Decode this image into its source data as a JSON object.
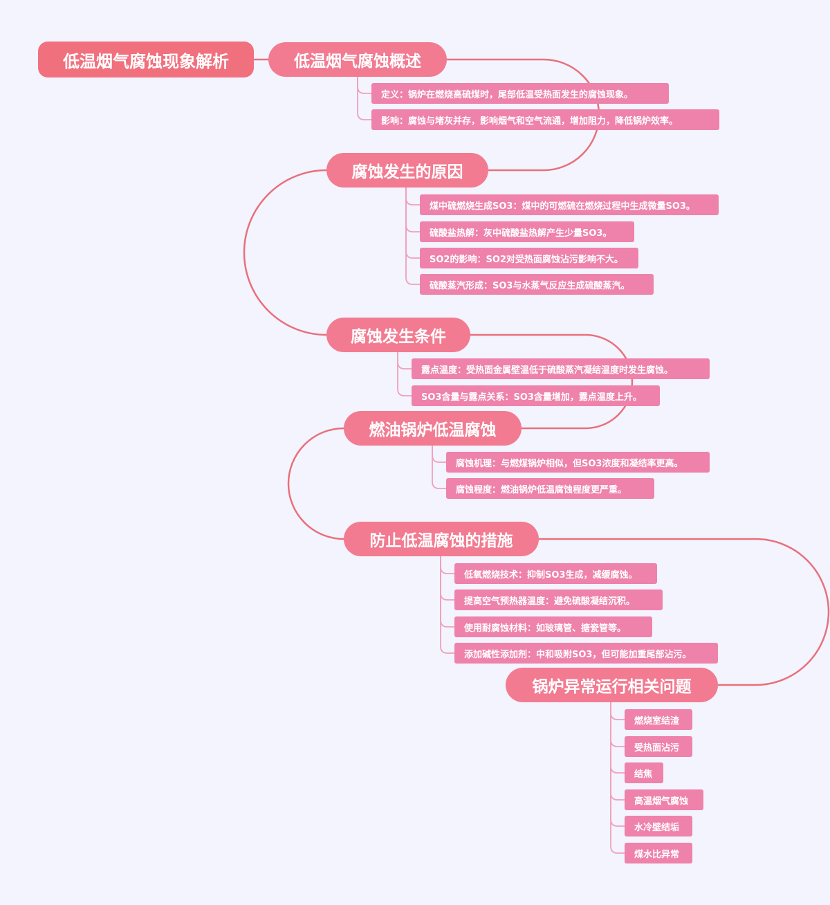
{
  "colors": {
    "background": "#f3f4fd",
    "root": "#f1707e",
    "branch": "#f27b91",
    "leaf": "#ee82ab",
    "main_connector": "#e8707c",
    "leaf_connector": "#f0a0be"
  },
  "root": {
    "label": "低温烟气腐蚀现象解析"
  },
  "branches": [
    {
      "label": "低温烟气腐蚀概述",
      "children": [
        "定义：锅炉在燃烧高硫煤时，尾部低温受热面发生的腐蚀现象。",
        "影响：腐蚀与堵灰并存，影响烟气和空气流通，增加阻力，降低锅炉效率。"
      ]
    },
    {
      "label": "腐蚀发生的原因",
      "children": [
        "煤中硫燃烧生成SO3：煤中的可燃硫在燃烧过程中生成微量SO3。",
        "硫酸盐热解：灰中硫酸盐热解产生少量SO3。",
        "SO2的影响：SO2对受热面腐蚀沾污影响不大。",
        "硫酸蒸汽形成：SO3与水蒸气反应生成硫酸蒸汽。"
      ]
    },
    {
      "label": "腐蚀发生条件",
      "children": [
        "露点温度：受热面金属壁温低于硫酸蒸汽凝结温度时发生腐蚀。",
        "SO3含量与露点关系：SO3含量增加，露点温度上升。"
      ]
    },
    {
      "label": "燃油锅炉低温腐蚀",
      "children": [
        "腐蚀机理：与燃煤锅炉相似，但SO3浓度和凝结率更高。",
        "腐蚀程度：燃油锅炉低温腐蚀程度更严重。"
      ]
    },
    {
      "label": "防止低温腐蚀的措施",
      "children": [
        "低氧燃烧技术：抑制SO3生成，减缓腐蚀。",
        "提高空气预热器温度：避免硫酸凝结沉积。",
        "使用耐腐蚀材料：如玻璃管、搪瓷管等。",
        "添加碱性添加剂：中和吸附SO3，但可能加重尾部沾污。"
      ]
    },
    {
      "label": "锅炉异常运行相关问题",
      "children": [
        "燃烧室结渣",
        "受热面沾污",
        "结焦",
        "高温烟气腐蚀",
        "水冷壁结垢",
        "煤水比异常"
      ]
    }
  ]
}
